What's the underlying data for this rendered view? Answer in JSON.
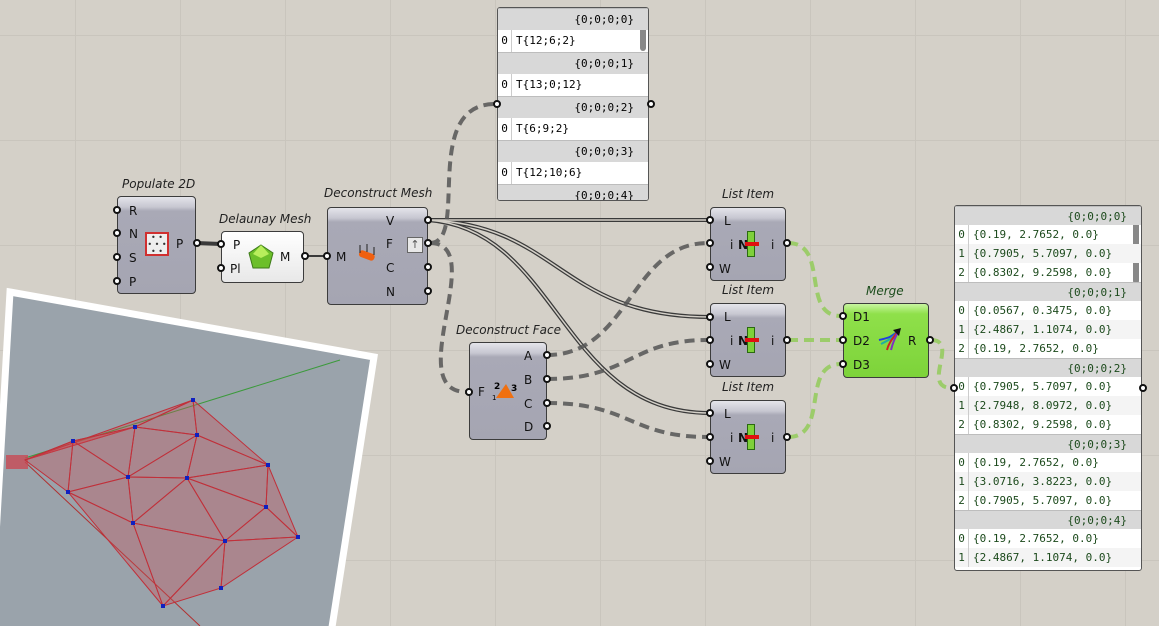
{
  "components": {
    "populate": {
      "title": "Populate 2D",
      "inputs": [
        "R",
        "N",
        "S",
        "P"
      ],
      "outputs": [
        "P"
      ]
    },
    "delaunay": {
      "title": "Delaunay Mesh",
      "inputs": [
        "P",
        "Pl"
      ],
      "outputs": [
        "M"
      ]
    },
    "deconmesh": {
      "title": "Deconstruct Mesh",
      "inputs": [
        "M"
      ],
      "outputs": [
        "V",
        "F",
        "C",
        "N"
      ]
    },
    "deconface": {
      "title": "Deconstruct Face",
      "inputs": [
        "F"
      ],
      "outputs": [
        "A",
        "B",
        "C",
        "D"
      ]
    },
    "list1": {
      "title": "List Item",
      "inputs": [
        "L",
        "i",
        "W"
      ],
      "outputs": [
        "i"
      ],
      "icon_text": "N"
    },
    "list2": {
      "title": "List Item",
      "inputs": [
        "L",
        "i",
        "W"
      ],
      "outputs": [
        "i"
      ],
      "icon_text": "N"
    },
    "list3": {
      "title": "List Item",
      "inputs": [
        "L",
        "i",
        "W"
      ],
      "outputs": [
        "i"
      ],
      "icon_text": "N"
    },
    "merge": {
      "title": "Merge",
      "inputs": [
        "D1",
        "D2",
        "D3"
      ],
      "outputs": [
        "R"
      ]
    }
  },
  "top_panel": [
    {
      "path": "{0;0;0;0}",
      "items": [
        "T{12;6;2}"
      ]
    },
    {
      "path": "{0;0;0;1}",
      "items": [
        "T{13;0;12}"
      ]
    },
    {
      "path": "{0;0;0;2}",
      "items": [
        "T{6;9;2}"
      ]
    },
    {
      "path": "{0;0;0;3}",
      "items": [
        "T{12;10;6}"
      ]
    },
    {
      "path": "{0;0;0;4}",
      "items": []
    }
  ],
  "right_panel": [
    {
      "path": "{0;0;0;0}",
      "items": [
        "{0.19, 2.7652, 0.0}",
        "{0.7905, 5.7097, 0.0}",
        "{0.8302, 9.2598, 0.0}"
      ]
    },
    {
      "path": "{0;0;0;1}",
      "items": [
        "{0.0567, 0.3475, 0.0}",
        "{2.4867, 1.1074, 0.0}",
        "{0.19, 2.7652, 0.0}"
      ]
    },
    {
      "path": "{0;0;0;2}",
      "items": [
        "{0.7905, 5.7097, 0.0}",
        "{2.7948, 8.0972, 0.0}",
        "{0.8302, 9.2598, 0.0}"
      ]
    },
    {
      "path": "{0;0;0;3}",
      "items": [
        "{0.19, 2.7652, 0.0}",
        "{3.0716, 3.8223, 0.0}",
        "{0.7905, 5.7097, 0.0}"
      ]
    },
    {
      "path": "{0;0;0;4}",
      "items": [
        "{0.19, 2.7652, 0.0}",
        "{2.4867, 1.1074, 0.0}"
      ]
    }
  ],
  "colors": {
    "canvas": "#d4d0c8",
    "wire": "#3a3a3a",
    "green": "#8fe04a",
    "mesh": "#c0303a"
  }
}
